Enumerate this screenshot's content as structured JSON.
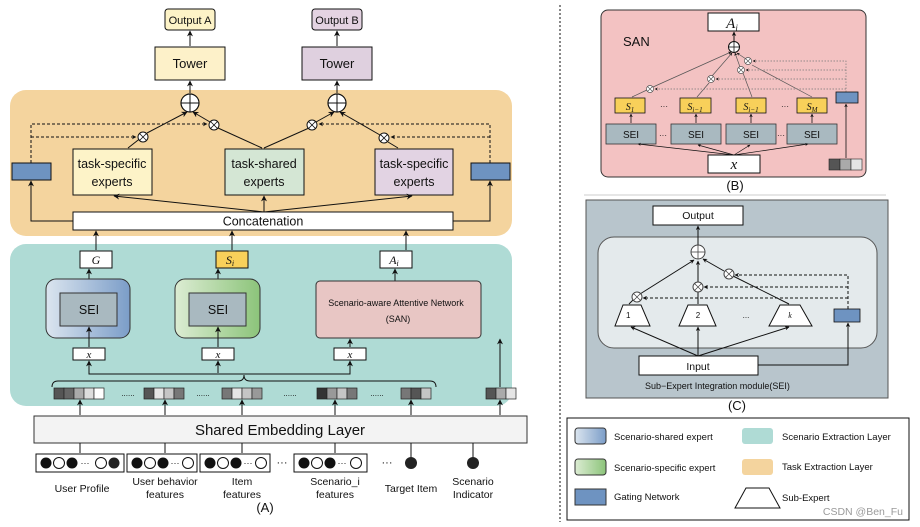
{
  "panel_a": {
    "caption": "(A)",
    "outputs": [
      {
        "label": "Output A",
        "color": "#fdf3c7"
      },
      {
        "label": "Output B",
        "color": "#e4d3e2"
      }
    ],
    "towers": [
      {
        "label": "Tower",
        "color": "#fdf1c9"
      },
      {
        "label": "Tower",
        "color": "#dfd0df"
      }
    ],
    "task_layer": {
      "color": "#f4d49e",
      "experts": [
        {
          "line1": "task-specific",
          "line2": "experts",
          "color": "#fdf3c8"
        },
        {
          "line1": "task-shared",
          "line2": "experts",
          "color": "#d4e6d4"
        },
        {
          "line1": "task-specific",
          "line2": "experts",
          "color": "#e2d3e3"
        }
      ],
      "concatenation": "Concatenation",
      "gate_color": "#6e93c1"
    },
    "scenario_layer": {
      "color": "#afdbd5",
      "outputs": [
        {
          "label": "G",
          "color": "#ffffff"
        },
        {
          "label": "S",
          "sub": "i",
          "color": "#f8d05a"
        },
        {
          "label": "A",
          "sub": "i",
          "color": "#ffffff"
        }
      ],
      "sei_label": "SEI",
      "san_line1": "Scenario-aware Attentive Network",
      "san_line2": "(SAN)",
      "san_color": "#e8c6c4",
      "input_label": "x",
      "dots": "......"
    },
    "shared_embedding": "Shared Embedding Layer",
    "features": [
      {
        "label_line1": "User Profile",
        "label_line2": ""
      },
      {
        "label_line1": "User behavior",
        "label_line2": "features"
      },
      {
        "label_line1": "Item",
        "label_line2": "features"
      },
      {
        "label_line1": "Scenario_i",
        "label_line2": "features"
      },
      {
        "label_line1": "Target Item",
        "label_line2": ""
      },
      {
        "label_line1": "Scenario",
        "label_line2": "Indicator"
      }
    ],
    "ellipsis": "···"
  },
  "panel_b": {
    "caption": "(B)",
    "title": "SAN",
    "output": "A",
    "output_sub": "i",
    "color": "#f3c2c2",
    "scenarios": [
      {
        "label": "S",
        "sub": "1"
      },
      {
        "label": "S",
        "sub": "i−1"
      },
      {
        "label": "S",
        "sub": "i−1"
      },
      {
        "label": "S",
        "sub": "M"
      }
    ],
    "sei_label": "SEI",
    "input_label": "x",
    "ellipsis": "···"
  },
  "panel_c": {
    "caption": "(C)",
    "output": "Output",
    "input": "Input",
    "module_label": "Sub−Expert Integration module(SEI)",
    "sub_experts": [
      "1",
      "2",
      "k"
    ],
    "ellipsis": "...",
    "outer_color": "#b8c5cc",
    "inner_color": "#e4eaec"
  },
  "legend": {
    "items": [
      {
        "label": "Scenario-shared expert"
      },
      {
        "label": "Scenario Extraction Layer"
      },
      {
        "label": "Scenario-specific expert"
      },
      {
        "label": "Task Extraction Layer"
      },
      {
        "label": "Gating Network"
      },
      {
        "label": "Sub-Expert"
      }
    ]
  },
  "watermark": "CSDN @Ben_Fu"
}
